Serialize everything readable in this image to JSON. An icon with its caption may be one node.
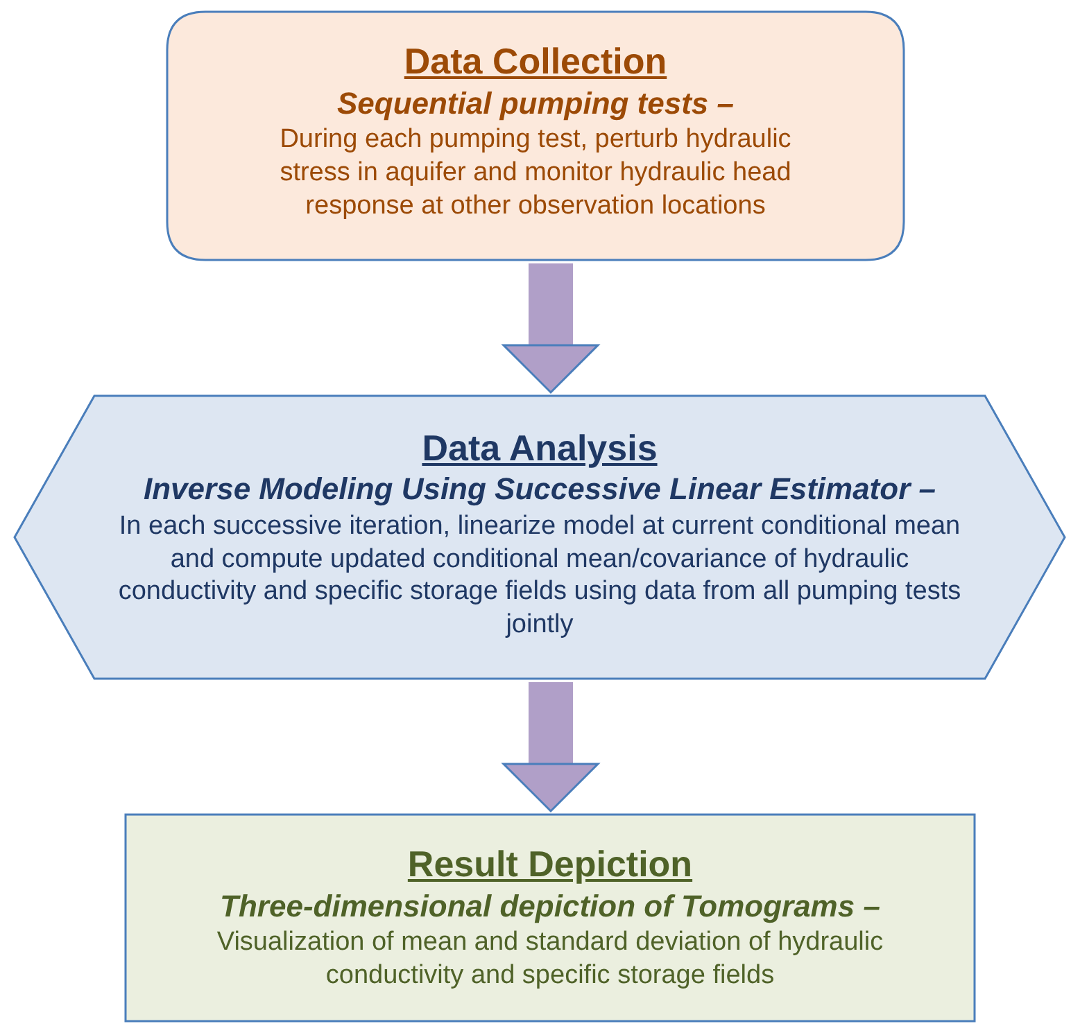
{
  "diagram": {
    "nodes": [
      {
        "text": [
          "Data Collection",
          "Sequential pumping tests –",
          "During each pumping test, perturb hydraulic stress in aquifer and monitor hydraulic head response at other observation locations"
        ]
      },
      {
        "text": [
          "Data Analysis",
          "Inverse Modeling Using Successive Linear Estimator –",
          "In each successive iteration, linearize model at current conditional mean and compute updated conditional mean/covariance of hydraulic conductivity and specific storage fields using data from all pumping tests jointly"
        ]
      },
      {
        "text": [
          "Result Depiction",
          "Three-dimensional depiction of Tomograms –",
          "Visualization of mean and standard deviation of hydraulic conductivity and specific storage fields"
        ]
      }
    ],
    "edges": [
      {
        "from": 0,
        "to": 1,
        "arrow": "to"
      },
      {
        "from": 1,
        "to": 2,
        "arrow": "to"
      }
    ]
  }
}
